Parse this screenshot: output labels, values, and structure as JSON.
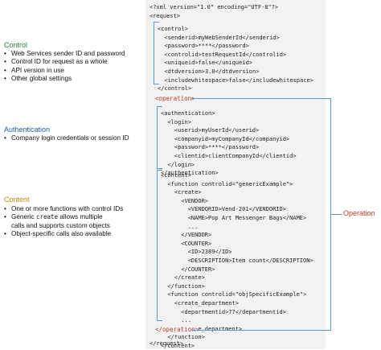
{
  "colors": {
    "control": "#2e7d32",
    "authentication": "#1f5fa8",
    "content": "#b8860b",
    "operation": "#c0392b",
    "bracket": "#5b9bd5"
  },
  "code": {
    "header": "<?xml version=\"1.0\" encoding=\"UTF-8\"?>\n<request>",
    "control": "<control>\n  <senderid>myWebSenderId</senderid>\n  <password>****</password>\n  <controlid>testRequestId</controlid>\n  <uniqueid>false</uniqueid>\n  <dtdversion>3.0</dtdversion>\n  <includewhitespace>false</includewhitespace>\n</control>",
    "operation_open": "<operation>",
    "authentication": "<authentication>\n  <login>\n    <userid>myUserId</userid>\n    <companyid>myCompanyId</companyid>\n    <password>****</password>\n    <clientid>clientCompanyId</clientid>\n  </login>\n</authentication>",
    "content": "<content>\n  <function controlid=\"genericExample\">\n    <create>\n      <VENDOR>\n        <VENDORID>Vend-201</VENDORID>\n        <NAME>Pop Art Messenger Bags</NAME>\n        ...\n      </VENDOR>\n      <COUNTER>\n        <ID>2389</ID>\n        <DESCRIPTION>Item count</DESCRIPTION>\n      </COUNTER>\n    </create>\n  </function>\n  <function controlid=\"objSpecificExample\">\n    <create_department>\n      <departmentid>77</departmentid>\n      ...\n    </create_department>\n  </function>\n</content>",
    "operation_close": "</operation>",
    "footer": "</request>"
  },
  "sections": {
    "control": {
      "title": "Control",
      "items": [
        "Web Services sender ID and password",
        "Control ID for request as a whole",
        "API version in use",
        "Other global settings"
      ]
    },
    "authentication": {
      "title": "Authentication",
      "items": [
        "Company login credentials or session ID"
      ]
    },
    "content": {
      "title": "Content",
      "item1": "One or more functions with control IDs",
      "item2_pre": "Generic ",
      "item2_code": "create",
      "item2_post": " allows multiple",
      "item2_cont": "calls and supports custom objects",
      "item3": "Object-specific calls also available"
    },
    "operation": {
      "title": "Operation"
    }
  }
}
